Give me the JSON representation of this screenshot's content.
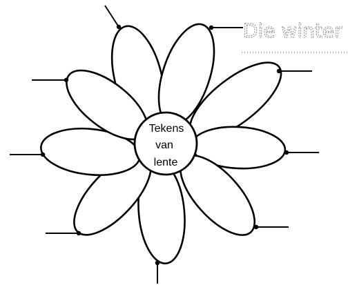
{
  "title": "Die winter",
  "center": {
    "line1": "Tekens",
    "line2": "van",
    "line3": "lente"
  }
}
